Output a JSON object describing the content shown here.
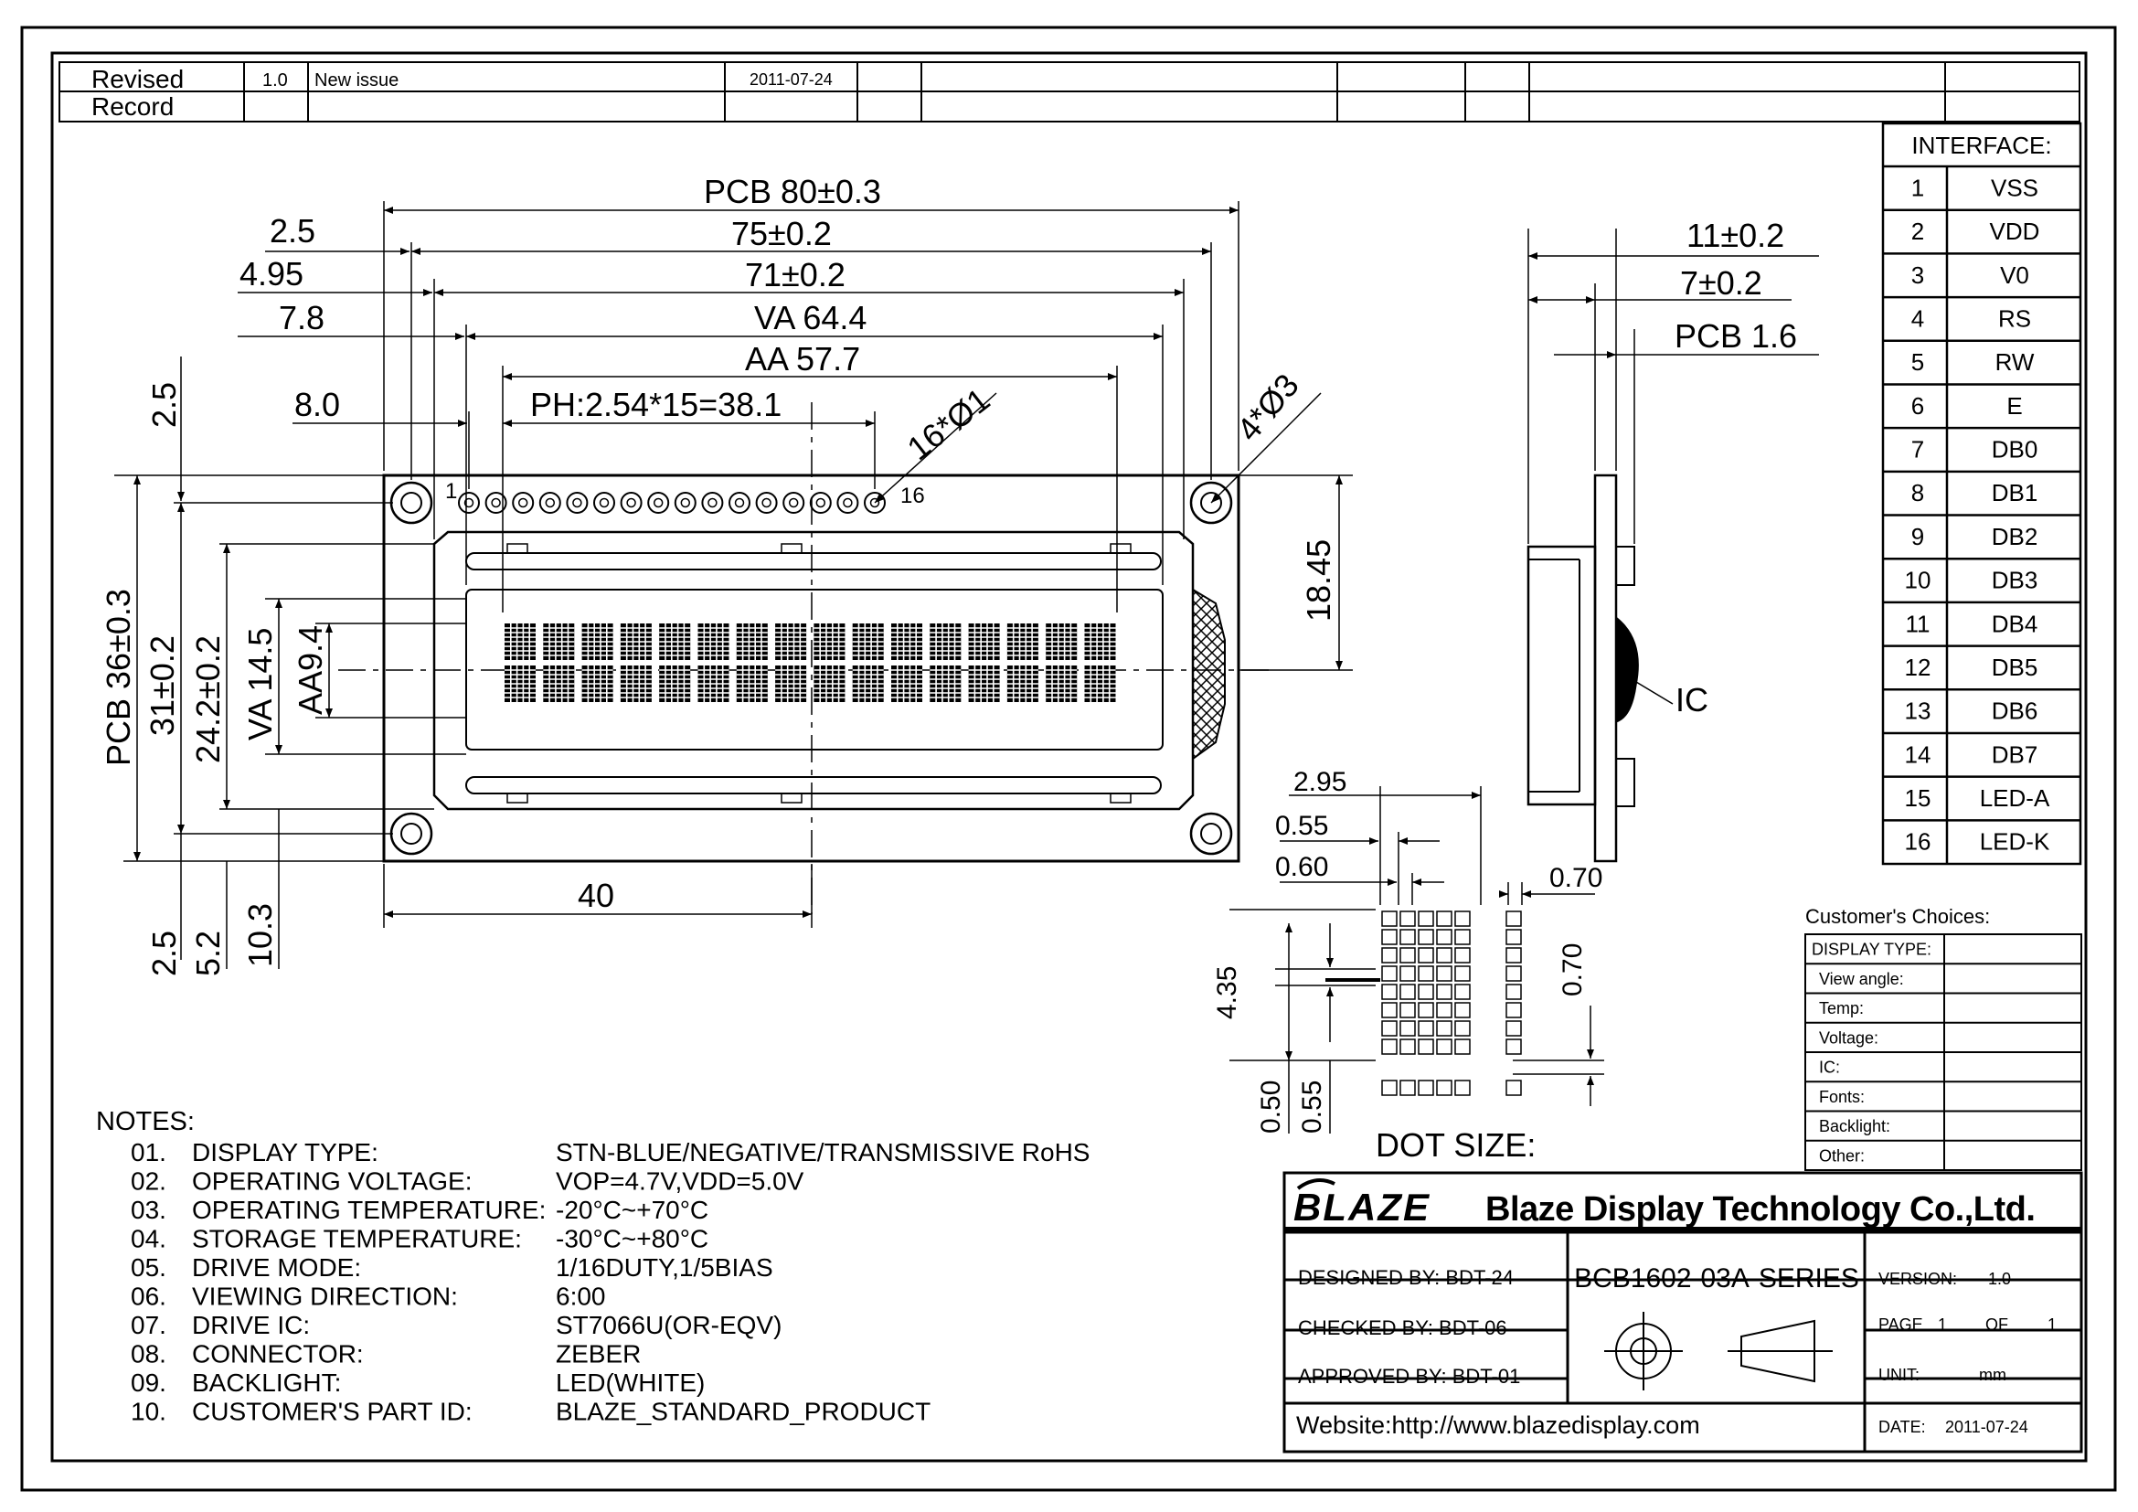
{
  "revised": {
    "label": "Revised\nRecord",
    "label_l1": "Revised",
    "label_l2": "Record",
    "version": "1.0",
    "description": "New issue",
    "date": "2011-07-24"
  },
  "drawing": {
    "dims": {
      "pcb_w": "PCB 80±0.3",
      "w75": "75±0.2",
      "w71": "71±0.2",
      "va_w": "VA 64.4",
      "aa_w": "AA 57.7",
      "ph": "PH:2.54*15=38.1",
      "d25": "2.5",
      "d495": "4.95",
      "d78": "7.8",
      "d80": "8.0",
      "left25": "2.5",
      "pcb_h": "PCB 36±0.3",
      "h31": "31±0.2",
      "h242": "24.2±0.2",
      "va_h": "VA 14.5",
      "aa_h": "AA9.4",
      "d1845": "18.45",
      "b25": "2.5",
      "b52": "5.2",
      "b103": "10.3",
      "d40": "40",
      "pin1": "1",
      "pin16": "16",
      "holes16": "16*Ø1",
      "holes4": "4*Ø3"
    },
    "side": {
      "d11": "11±0.2",
      "d7": "7±0.2",
      "pcb": "PCB 1.6",
      "ic": "IC"
    },
    "dot": {
      "d295": "2.95",
      "d055": "0.55",
      "d060": "0.60",
      "d070a": "0.70",
      "d435": "4.35",
      "d070b": "0.70",
      "d050": "0.50",
      "d055b": "0.55",
      "title": "DOT SIZE:"
    }
  },
  "interface": {
    "title": "INTERFACE:",
    "pins": [
      {
        "no": "1",
        "name": "VSS"
      },
      {
        "no": "2",
        "name": "VDD"
      },
      {
        "no": "3",
        "name": "V0"
      },
      {
        "no": "4",
        "name": "RS"
      },
      {
        "no": "5",
        "name": "RW"
      },
      {
        "no": "6",
        "name": "E"
      },
      {
        "no": "7",
        "name": "DB0"
      },
      {
        "no": "8",
        "name": "DB1"
      },
      {
        "no": "9",
        "name": "DB2"
      },
      {
        "no": "10",
        "name": "DB3"
      },
      {
        "no": "11",
        "name": "DB4"
      },
      {
        "no": "12",
        "name": "DB5"
      },
      {
        "no": "13",
        "name": "DB6"
      },
      {
        "no": "14",
        "name": "DB7"
      },
      {
        "no": "15",
        "name": "LED-A"
      },
      {
        "no": "16",
        "name": "LED-K"
      }
    ]
  },
  "customer": {
    "title": "Customer's Choices:",
    "rows": [
      "DISPLAY TYPE:",
      "View angle:",
      "Temp:",
      "Voltage:",
      "IC:",
      "Fonts:",
      "Backlight:",
      "Other:"
    ]
  },
  "notes": {
    "title": "NOTES:",
    "items": [
      {
        "no": "01.",
        "label": "DISPLAY TYPE:",
        "value": "STN-BLUE/NEGATIVE/TRANSMISSIVE RoHS"
      },
      {
        "no": "02.",
        "label": "OPERATING VOLTAGE:",
        "value": "VOP=4.7V,VDD=5.0V"
      },
      {
        "no": "03.",
        "label": "OPERATING TEMPERATURE:",
        "value": "-20°C~+70°C"
      },
      {
        "no": "04.",
        "label": "STORAGE TEMPERATURE:",
        "value": "-30°C~+80°C"
      },
      {
        "no": "05.",
        "label": "DRIVE MODE:",
        "value": "1/16DUTY,1/5BIAS"
      },
      {
        "no": "06.",
        "label": "VIEWING DIRECTION:",
        "value": "6:00"
      },
      {
        "no": "07.",
        "label": "DRIVE IC:",
        "value": "ST7066U(OR-EQV)"
      },
      {
        "no": "08.",
        "label": "CONNECTOR:",
        "value": "ZEBER"
      },
      {
        "no": "09.",
        "label": "BACKLIGHT:",
        "value": "LED(WHITE)"
      },
      {
        "no": "10.",
        "label": "CUSTOMER'S PART ID:",
        "value": "BLAZE_STANDARD_PRODUCT"
      }
    ]
  },
  "titleblock": {
    "logo": "BLAZE",
    "company": "Blaze Display Technology Co.,Ltd.",
    "designed": "DESIGNED BY: BDT-24",
    "checked": "CHECKED BY: BDT-06",
    "approved": "APPROVED BY: BDT-01",
    "part": "BCB1602-03A-SERIES",
    "version_label": "VERSION:",
    "version": "1.0",
    "page_label": "PAGE",
    "page": "1",
    "of_label": "OF",
    "pages": "1",
    "unit_label": "UNIT:",
    "unit": "mm",
    "date_label": "DATE:",
    "date": "2011-07-24",
    "website": "Website:http://www.blazedisplay.com"
  }
}
